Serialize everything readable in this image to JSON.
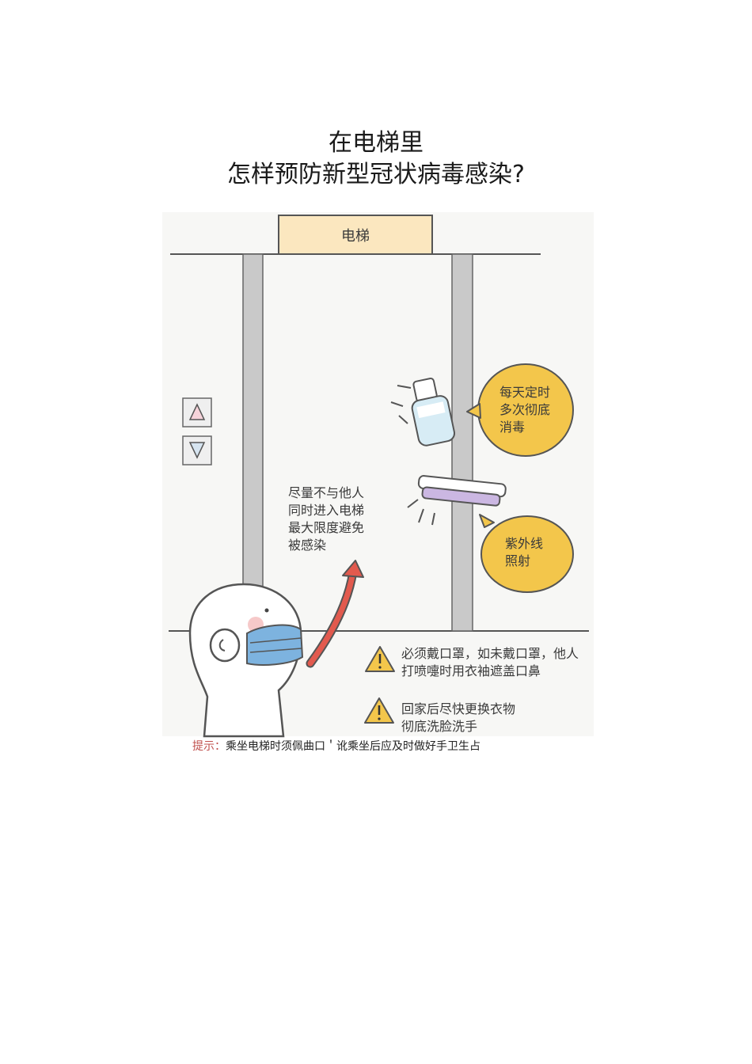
{
  "title": {
    "line1": "在电梯里",
    "line2": "怎样预防新型冠状病毒感染?"
  },
  "illustration": {
    "sign_label": "电梯",
    "note_avoid": [
      "尽量不与他人",
      "同时进入电梯",
      "最大限度避免",
      "被感染"
    ],
    "bubble_disinfect": [
      "每天定时",
      "多次彻底",
      "消毒"
    ],
    "bubble_uv": [
      "紫外线",
      "照射"
    ],
    "warning_mask": [
      "必须戴口罩，如未戴口罩，他人",
      "打喷嚏时用衣袖遮盖口鼻"
    ],
    "warning_home": [
      "回家后尽快更换衣物",
      "彻底洗脸洗手"
    ],
    "icons": [
      "up-arrow-button",
      "down-arrow-button",
      "spray-bottle",
      "uv-lamp",
      "warning-triangle",
      "masked-person",
      "arrow"
    ],
    "colors": {
      "bubble": "#f3c64b",
      "mask": "#7db3df",
      "arrow": "#e25a4e",
      "sign": "#fbe7bf",
      "pillar": "#c9c9c9",
      "uv": "#cbb7e2"
    }
  },
  "caption": {
    "label": "提示：",
    "text": "乘坐电梯时须佩曲口＇讹乘坐后应及时做好手卫生占"
  }
}
